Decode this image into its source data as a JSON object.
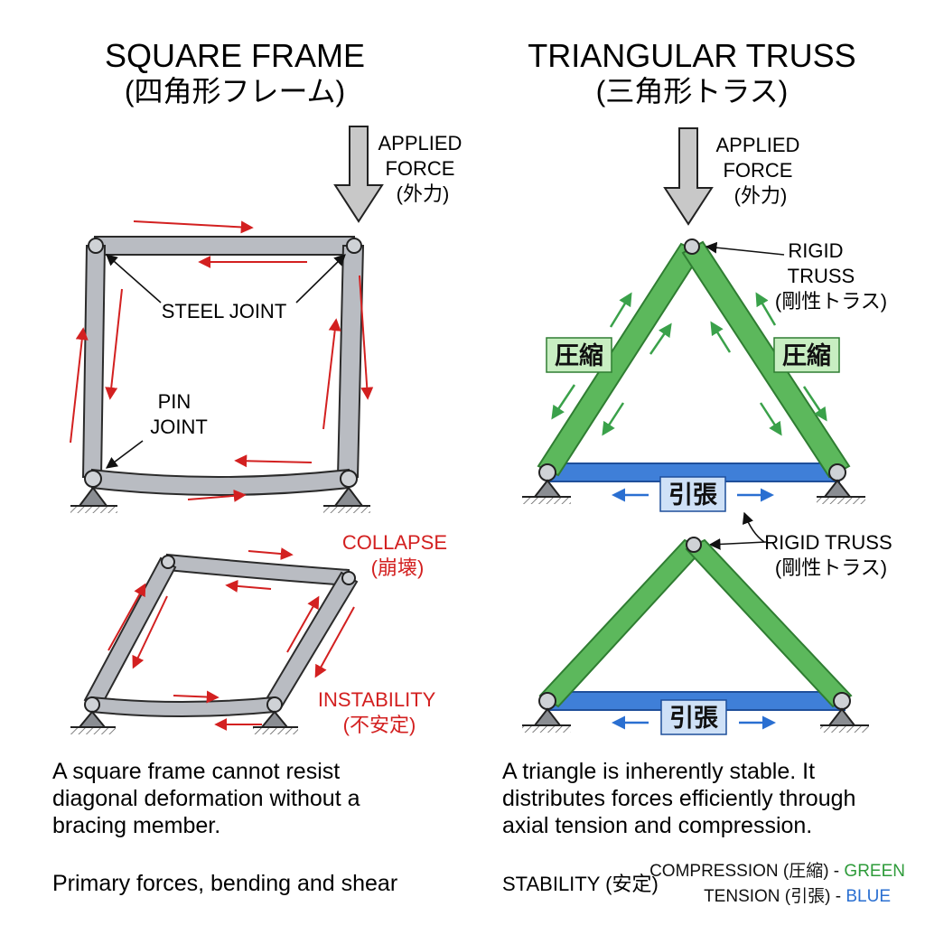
{
  "colors": {
    "ink": "#111111",
    "red": "#d32020",
    "green_member": "#5cb85c",
    "green_member_stroke": "#2f7d32",
    "green_arrow": "#3aa14a",
    "green_box": "#c8eec2",
    "blue_member": "#3f7fd8",
    "blue_member_stroke": "#1f4f9a",
    "blue_box": "#cfe1f7",
    "steel": "#b9bcc2",
    "steel_stroke": "#2b2b2b",
    "arrow_gray": "#c8c8c8",
    "legend_green": "#2e9b3a",
    "legend_blue": "#2a6fd1"
  },
  "left": {
    "title_en": "SQUARE FRAME",
    "title_jp": "(四角形フレーム)",
    "force_label": [
      "APPLIED",
      "FORCE",
      "(外力)"
    ],
    "steel_joint_label": "STEEL JOINT",
    "pin_joint_label": [
      "PIN",
      "JOINT"
    ],
    "collapse_label": [
      "COLLAPSE",
      "(崩壊)"
    ],
    "instability_label": [
      "INSTABILITY",
      "(不安定)"
    ],
    "caption": [
      "A square frame cannot resist",
      "diagonal deformation without a",
      "bracing member."
    ],
    "footer": "Primary forces, bending and shear"
  },
  "right": {
    "title_en": "TRIANGULAR TRUSS",
    "title_jp": "(三角形トラス)",
    "force_label": [
      "APPLIED",
      "FORCE",
      "(外力)"
    ],
    "rigid_truss_label_1": [
      "RIGID",
      "TRUSS",
      "(剛性トラス)"
    ],
    "rigid_truss_label_2": [
      "RIGID TRUSS",
      "(剛性トラス)"
    ],
    "compression_tag": "圧縮",
    "tension_tag": "引張",
    "caption": [
      "A triangle is inherently stable. It",
      "distributes forces efficiently through",
      "axial tension and compression."
    ],
    "footer": "STABILITY (安定)",
    "legend": {
      "compression_prefix": "COMPRESSION (圧縮) - ",
      "compression_color_word": "GREEN",
      "tension_prefix": "TENSION (引張) - ",
      "tension_color_word": "BLUE"
    }
  }
}
